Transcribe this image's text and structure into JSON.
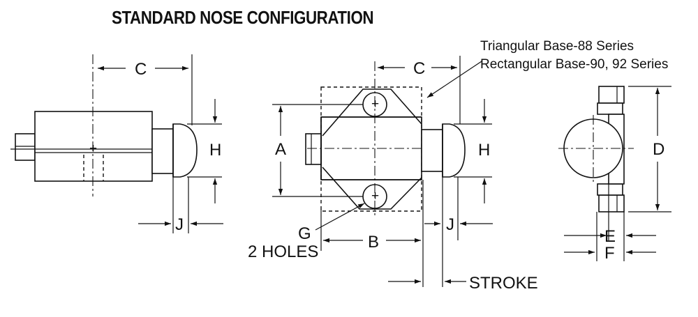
{
  "title": "STANDARD NOSE CONFIGURATION",
  "labels": {
    "c_left": "C",
    "c_mid": "C",
    "h_left": "H",
    "h_mid": "H",
    "j_left": "J",
    "j_mid": "J",
    "a": "A",
    "b": "B",
    "g": "G",
    "two_holes": "2 HOLES",
    "d": "D",
    "e": "E",
    "f": "F",
    "stroke": "STROKE"
  },
  "notes": {
    "base_triangular": "Triangular Base-88 Series",
    "base_rectangular": "Rectangular Base-90, 92 Series"
  }
}
